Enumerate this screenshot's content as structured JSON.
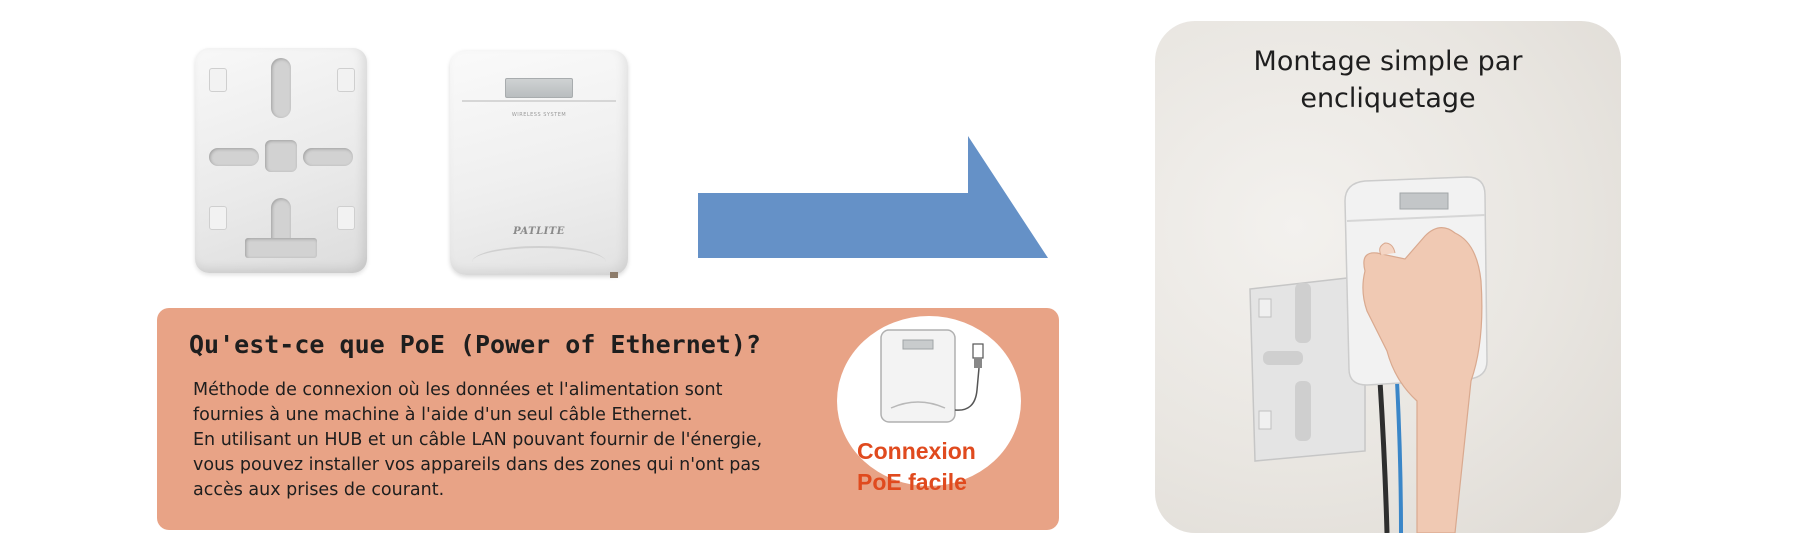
{
  "device": {
    "model_label": "WIRELESS SYSTEM",
    "brand": "PATLITE"
  },
  "poe": {
    "title": "Qu'est-ce que PoE (Power of Ethernet)?",
    "description_lines": [
      "Méthode de connexion où les données et l'alimentation sont",
      "fournies à une machine à l'aide d'un seul câble Ethernet.",
      "En utilisant un HUB et un câble LAN pouvant fournir de l'énergie,",
      "vous pouvez installer vos appareils dans des zones qui n'ont pas",
      "accès aux prises de courant."
    ],
    "badge_lines": [
      "Connexion",
      "PoE facile"
    ]
  },
  "wall": {
    "title_lines": [
      "Montage simple par",
      "encliquetage"
    ]
  },
  "colors": {
    "arrow": "#6591c7",
    "poe_box": "#e8a386",
    "badge_text": "#e04a1e"
  },
  "icons": {
    "arrow": "right-arrow-icon",
    "device_illustration": "receiver-with-cable-icon"
  }
}
